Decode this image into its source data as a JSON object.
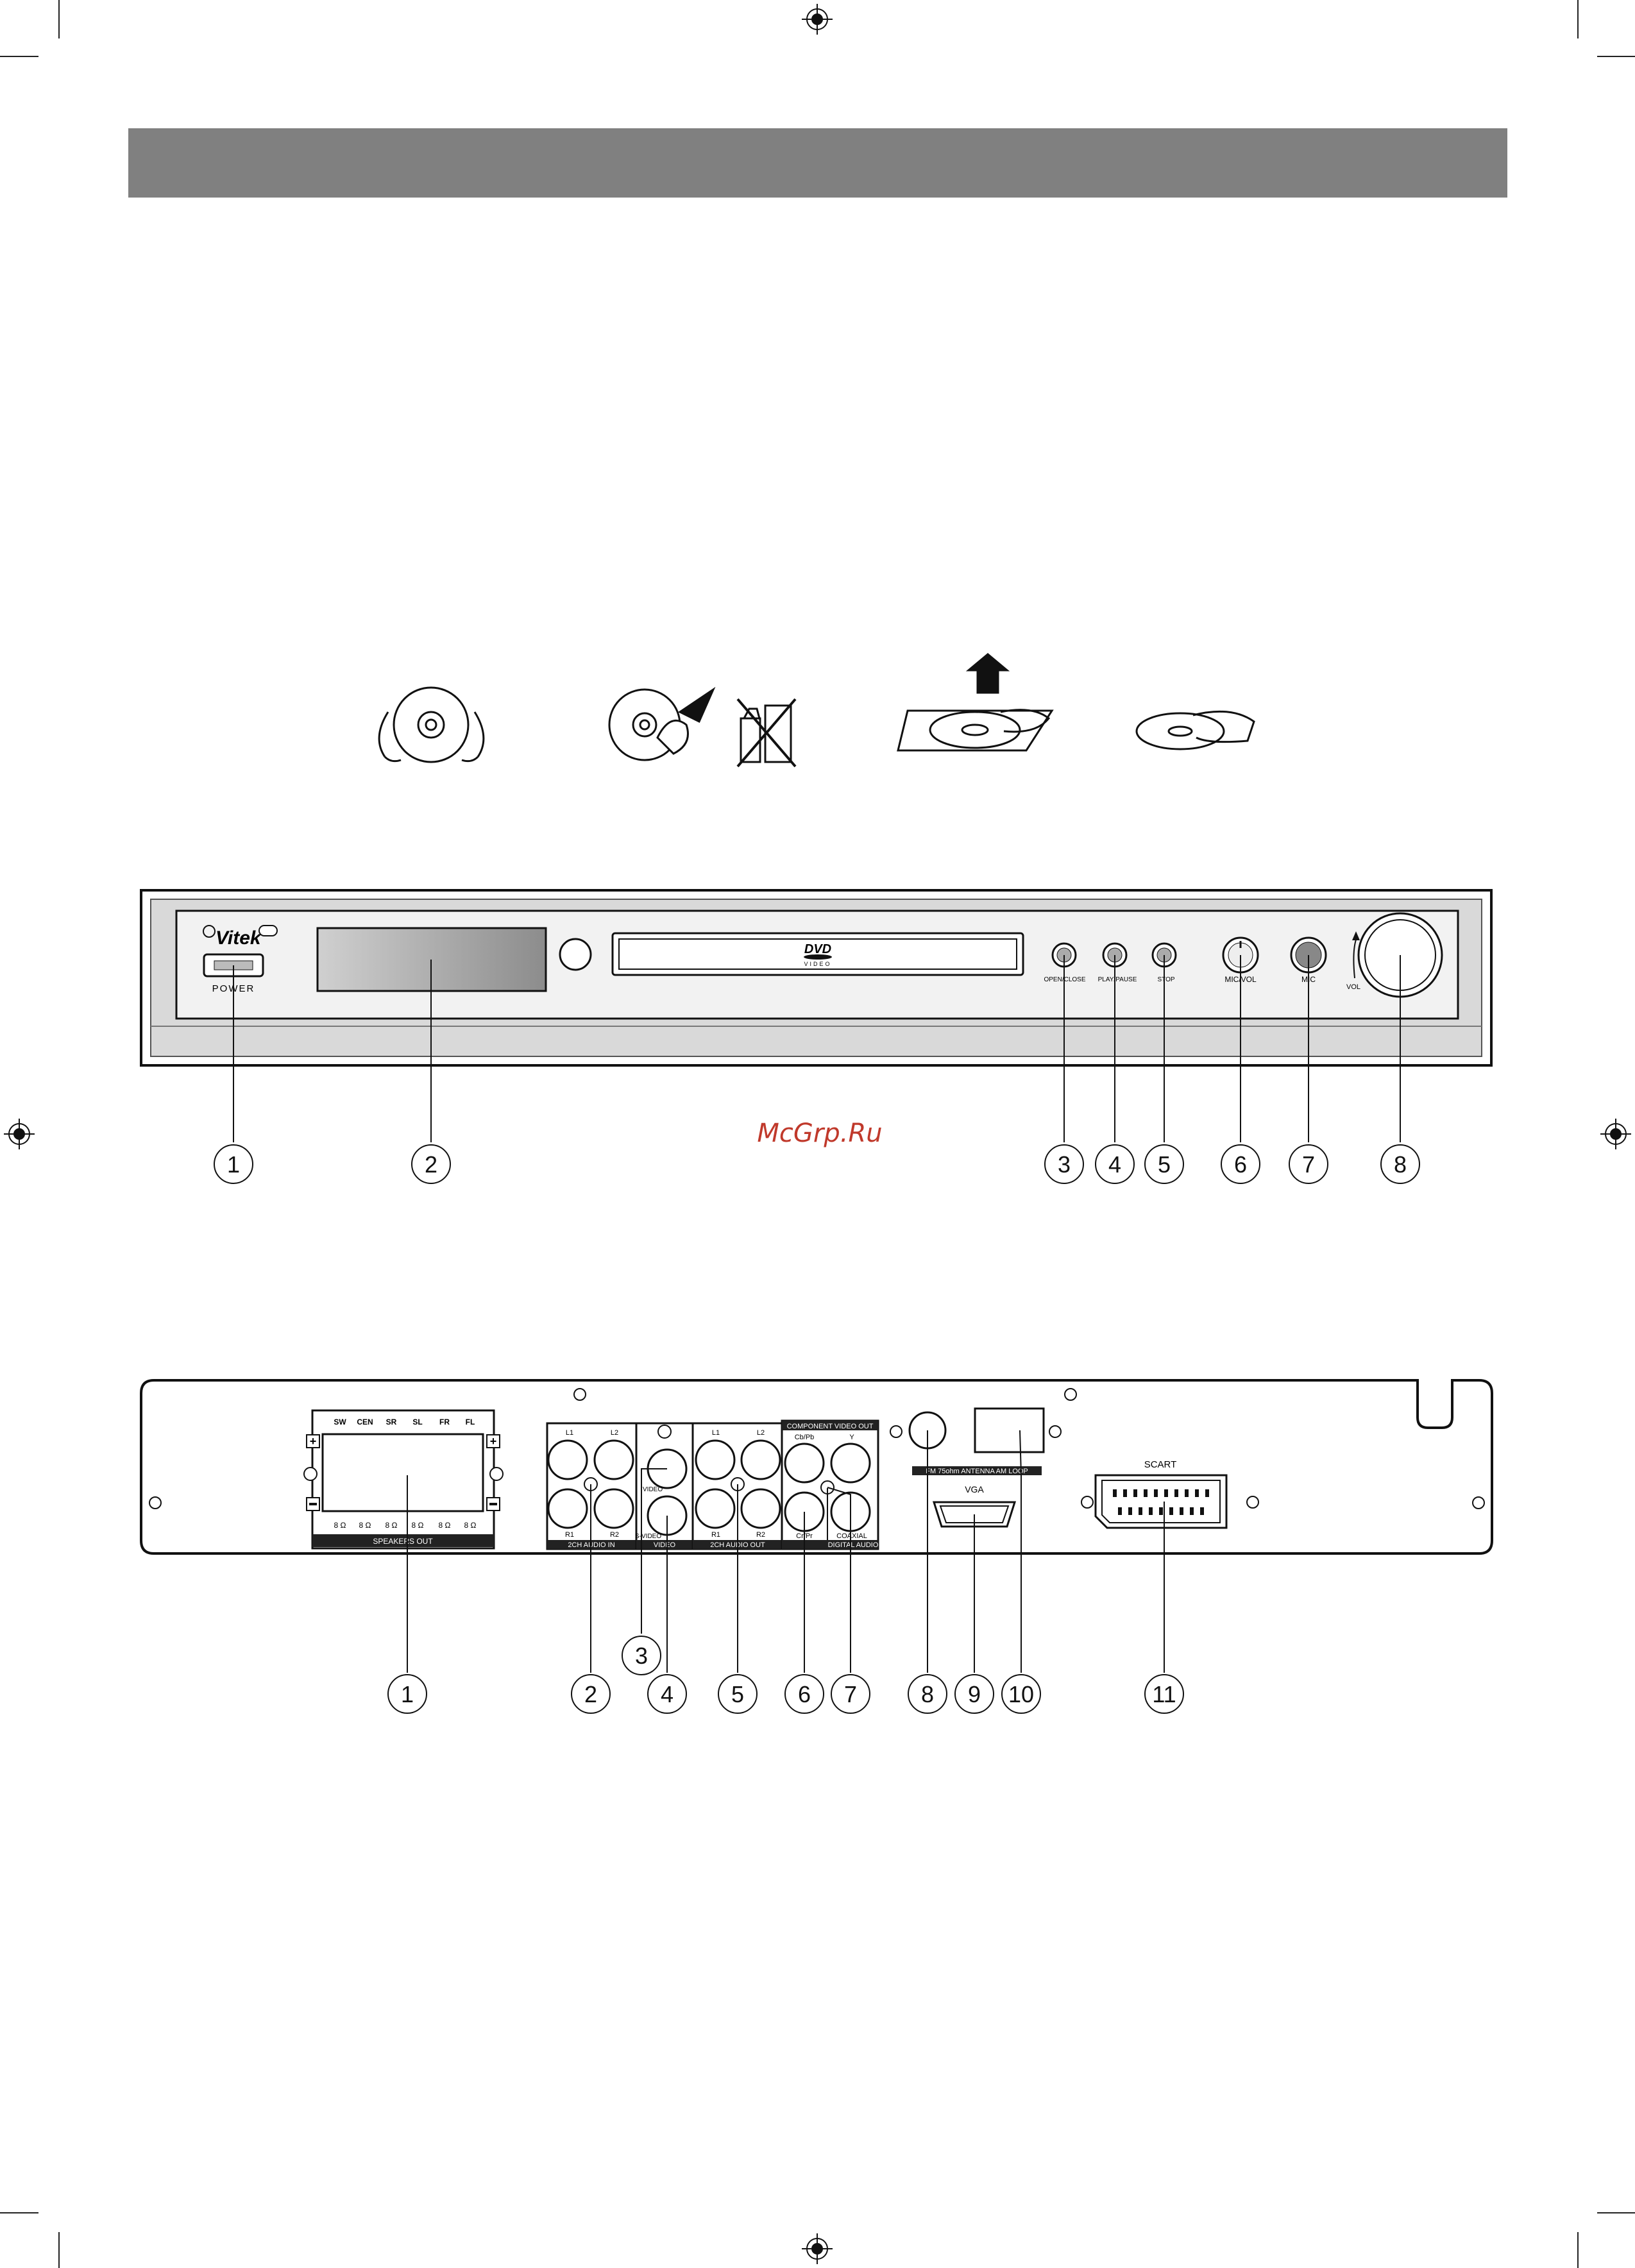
{
  "colors": {
    "header_bar": "#808080",
    "watermark": "#c0392b",
    "panel_fill": "#d9d9d9",
    "display_window": "#a6a6a6",
    "line": "#111111"
  },
  "watermark": "McGrp.Ru",
  "front_panel": {
    "brand": "Vitek",
    "power_label": "POWER",
    "dvd_logo": "DVD",
    "dvd_logo_sub": "VIDEO",
    "button_labels": [
      "OPEN/CLOSE",
      "PLAY/PAUSE",
      "STOP",
      "MIC/VOL",
      "MIC",
      "VOL"
    ],
    "callouts": [
      "1",
      "2",
      "3",
      "4",
      "5",
      "6",
      "7",
      "8"
    ]
  },
  "rear_panel": {
    "speaker_channels": [
      "SW",
      "CEN",
      "SR",
      "SL",
      "FR",
      "FL"
    ],
    "speaker_impedance": "8 Ω",
    "speakers_out_label": "SPEAKERS   OUT",
    "audio_in": {
      "top": [
        "L1",
        "L2"
      ],
      "bottom": [
        "R1",
        "R2"
      ],
      "caption": "2CH AUDIO IN"
    },
    "video": {
      "video_label": "VIDEO",
      "svideo_label": "S-VIDEO",
      "caption": "VIDEO"
    },
    "audio_out": {
      "top": [
        "L1",
        "L2"
      ],
      "bottom": [
        "R1",
        "R2"
      ],
      "caption": "2CH AUDIO OUT"
    },
    "component": {
      "caption": "COMPONENT VIDEO OUT",
      "top": [
        "Cb/Pb",
        "Y"
      ],
      "bottom": [
        "Cr/Pr",
        "COAXIAL"
      ],
      "digital_caption": "DIGITAL AUDIO"
    },
    "antenna_caption": "FM 75ohm ANTENNA AM LOOP",
    "vga_label": "VGA",
    "scart_label": "SCART",
    "callouts": [
      "1",
      "2",
      "3",
      "4",
      "5",
      "6",
      "7",
      "8",
      "9",
      "10",
      "11"
    ]
  }
}
